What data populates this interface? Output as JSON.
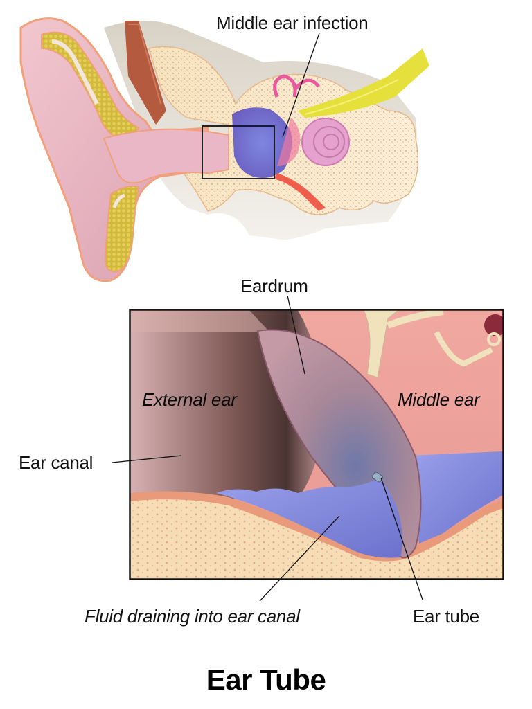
{
  "figure": {
    "title": "Ear Tube",
    "top_illustration": {
      "description": "Cross-section of the human ear showing outer ear, ear canal, eardrum, middle ear and inner ear",
      "labels": {
        "middle_ear_infection": "Middle ear infection"
      },
      "zoom_box_note": "Rectangle marks region enlarged below"
    },
    "inset": {
      "region_labels": {
        "external_ear": "External ear",
        "middle_ear": "Middle ear"
      },
      "callouts": {
        "eardrum": "Eardrum",
        "ear_canal": "Ear canal",
        "fluid": "Fluid draining into ear canal",
        "ear_tube": "Ear tube"
      }
    },
    "colors": {
      "skin": "#e8b4c0",
      "skin_dark": "#8a5e66",
      "cartilage_yellow": "#d9c24a",
      "bone": "#f6dfb8",
      "fluid": "#7f86d8",
      "middle_ear_pink": "#f0a4a0",
      "nerve": "#e8e040",
      "outline": "#111111"
    }
  }
}
